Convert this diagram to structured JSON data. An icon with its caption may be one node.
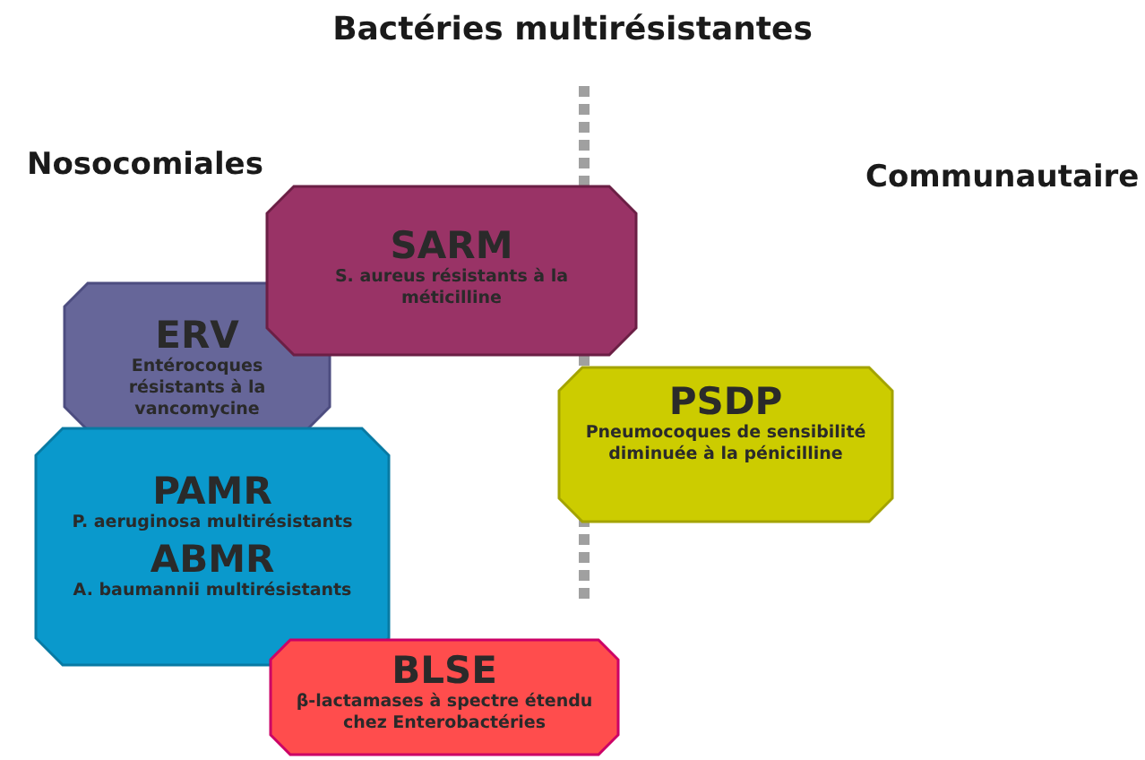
{
  "diagram": {
    "title": "Bactéries multirésistantes",
    "nodes": [
      {
        "text": [
          "SARM",
          "S. aureus résistants à la méticilline"
        ]
      },
      {
        "text": [
          "ERV",
          "Entérocoques résistants à la vancomycine"
        ]
      },
      {
        "text": [
          "PSDP",
          "Pneumocoques de sensibilité diminuée à la pénicilline"
        ]
      },
      {
        "text": [
          "PAMR",
          "P. aeruginosa multirésistants",
          "ABMR",
          "A. baumannii multirésistants"
        ]
      },
      {
        "text": [
          "BLSE",
          "β-lactamases à spectre étendu chez Enterobactéries"
        ]
      }
    ],
    "labels": [
      "Nosocomiales",
      "Communautaire"
    ]
  }
}
